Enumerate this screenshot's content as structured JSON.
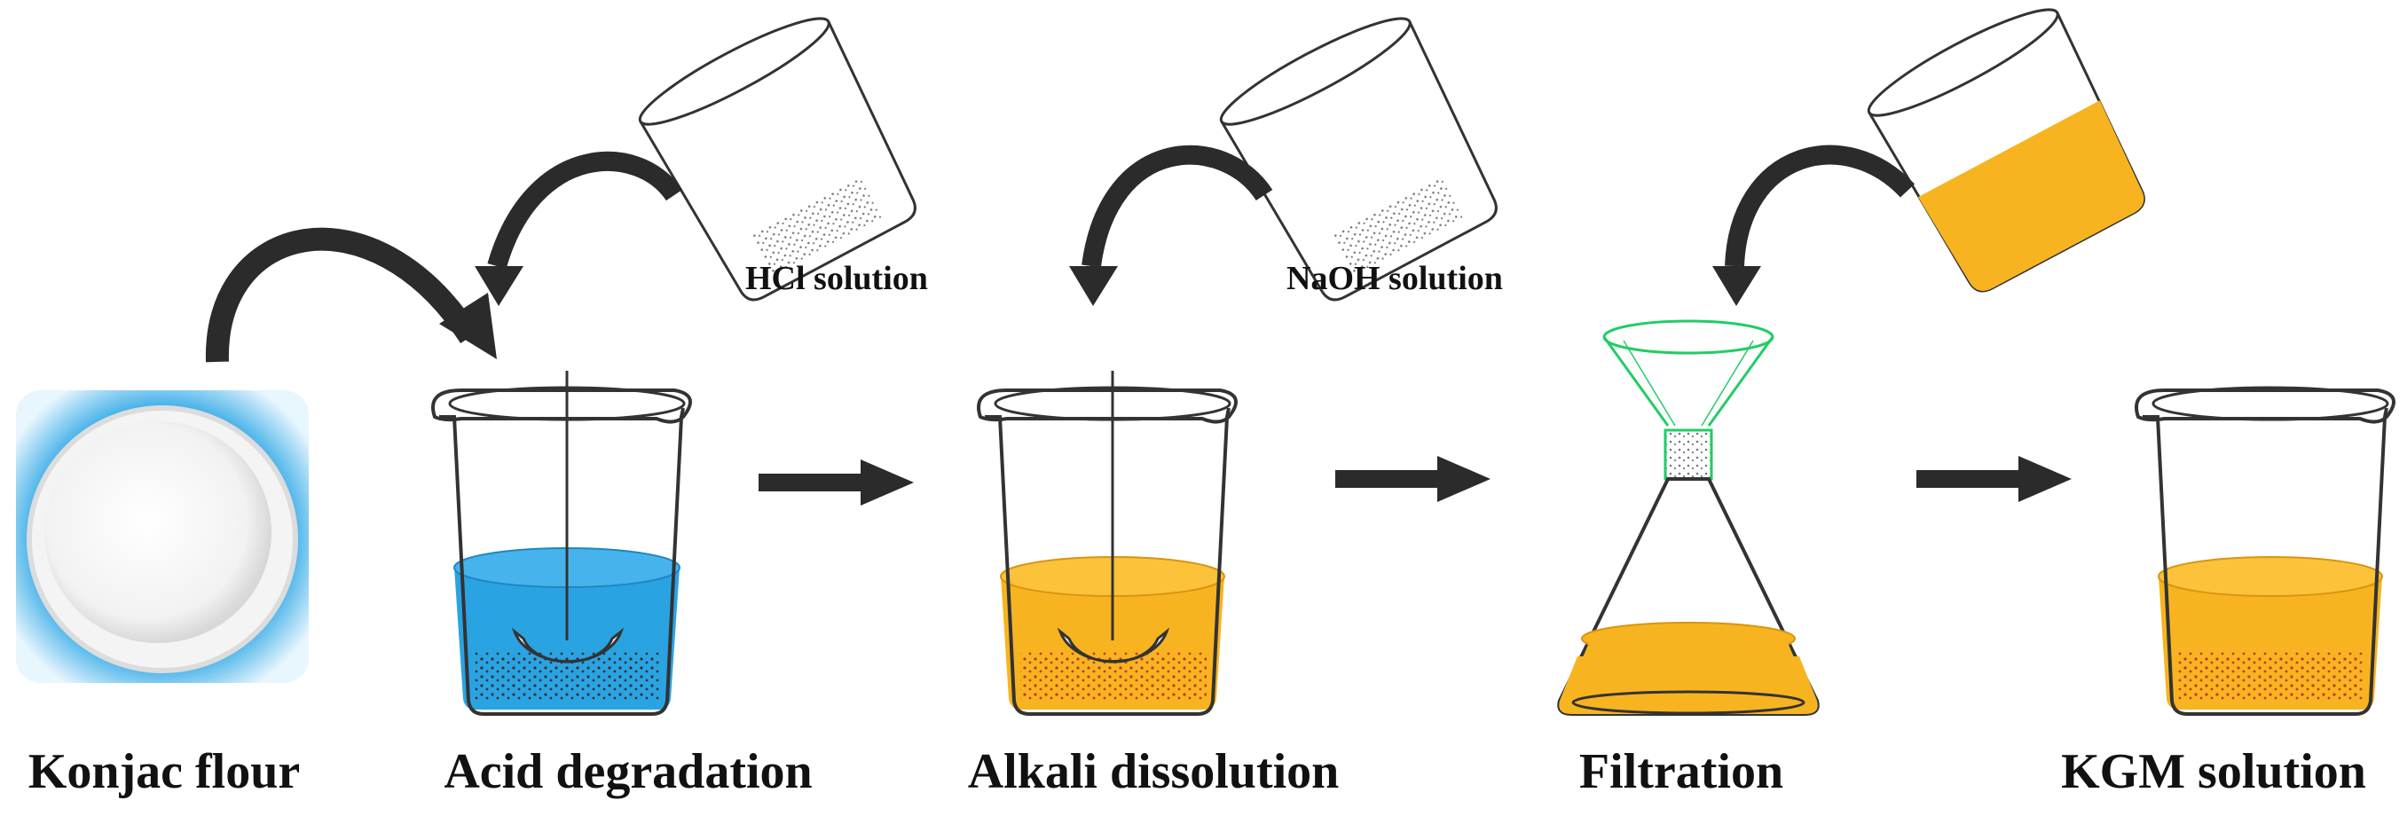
{
  "stages": [
    {
      "label": "Konjac flour"
    },
    {
      "label": "Acid degradation"
    },
    {
      "label": "Alkali dissolution"
    },
    {
      "label": "Filtration"
    },
    {
      "label": "KGM solution"
    }
  ],
  "reagents": [
    {
      "label": "HCl solution"
    },
    {
      "label": "NaOH solution"
    }
  ],
  "colors": {
    "acid_liquid": "#2aa3e3",
    "alkali_liquid": "#f7b420",
    "arrow": "#2b2b2b",
    "funnel": "#22cc66",
    "powder_bg": "#2aa6e6"
  }
}
